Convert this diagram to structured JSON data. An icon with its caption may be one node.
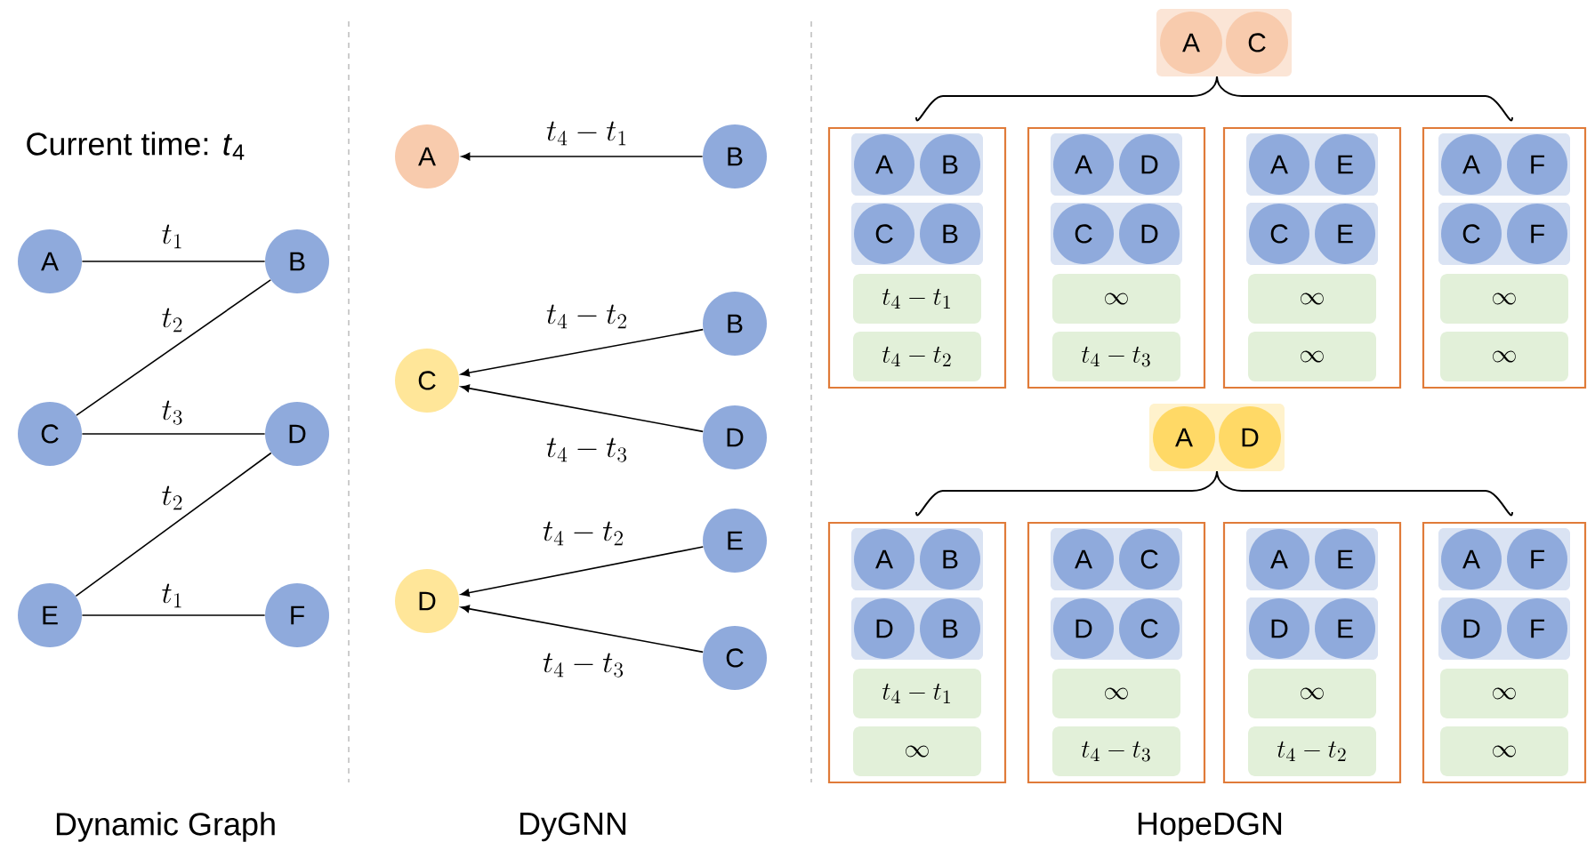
{
  "diagram": {
    "nodes": [
      {
        "text": [
          "A"
        ]
      },
      {
        "text": [
          "B"
        ]
      },
      {
        "text": [
          "C"
        ]
      },
      {
        "text": [
          "D"
        ]
      },
      {
        "text": [
          "E"
        ]
      },
      {
        "text": [
          "F"
        ]
      },
      {
        "text": [
          "A"
        ]
      },
      {
        "text": [
          "B"
        ]
      },
      {
        "text": [
          "C"
        ]
      },
      {
        "text": [
          "B"
        ]
      },
      {
        "text": [
          "D"
        ]
      },
      {
        "text": [
          "D"
        ]
      },
      {
        "text": [
          "E"
        ]
      },
      {
        "text": [
          "C"
        ]
      },
      {
        "text": [],
        "shape": "box"
      },
      {
        "text": [
          "A"
        ],
        "in": 14
      },
      {
        "text": [
          "C"
        ],
        "in": 14
      },
      {
        "text": [],
        "shape": "box"
      },
      {
        "text": [],
        "shape": "box",
        "in": 17
      },
      {
        "text": [
          "A"
        ],
        "in": 18
      },
      {
        "text": [
          "B"
        ],
        "in": 18
      },
      {
        "text": [],
        "shape": "box",
        "in": 17
      },
      {
        "text": [
          "C"
        ],
        "in": 21
      },
      {
        "text": [
          "B"
        ],
        "in": 21
      },
      {
        "text": [
          "t_4 - t_1"
        ],
        "in": 17
      },
      {
        "text": [
          "t_4 - t_2"
        ],
        "in": 17
      },
      {
        "text": [],
        "shape": "box"
      },
      {
        "text": [],
        "shape": "box",
        "in": 26
      },
      {
        "text": [
          "A"
        ],
        "in": 27
      },
      {
        "text": [
          "D"
        ],
        "in": 27
      },
      {
        "text": [],
        "shape": "box",
        "in": 26
      },
      {
        "text": [
          "C"
        ],
        "in": 30
      },
      {
        "text": [
          "D"
        ],
        "in": 30
      },
      {
        "text": [
          "\\infty"
        ],
        "in": 26
      },
      {
        "text": [
          "t_4 - t_3"
        ],
        "in": 26
      },
      {
        "text": [],
        "shape": "box"
      },
      {
        "text": [],
        "shape": "box",
        "in": 35
      },
      {
        "text": [
          "A"
        ],
        "in": 36
      },
      {
        "text": [
          "E"
        ],
        "in": 36
      },
      {
        "text": [],
        "shape": "box",
        "in": 35
      },
      {
        "text": [
          "C"
        ],
        "in": 39
      },
      {
        "text": [
          "E"
        ],
        "in": 39
      },
      {
        "text": [
          "\\infty"
        ],
        "in": 35
      },
      {
        "text": [
          "\\infty"
        ],
        "in": 35
      },
      {
        "text": [],
        "shape": "box"
      },
      {
        "text": [],
        "shape": "box",
        "in": 44
      },
      {
        "text": [
          "A"
        ],
        "in": 45
      },
      {
        "text": [
          "F"
        ],
        "in": 45
      },
      {
        "text": [],
        "shape": "box",
        "in": 44
      },
      {
        "text": [
          "C"
        ],
        "in": 48
      },
      {
        "text": [
          "F"
        ],
        "in": 48
      },
      {
        "text": [
          "\\infty"
        ],
        "in": 44
      },
      {
        "text": [
          "\\infty"
        ],
        "in": 44
      },
      {
        "text": [],
        "shape": "box"
      },
      {
        "text": [
          "A"
        ],
        "in": 53
      },
      {
        "text": [
          "D"
        ],
        "in": 53
      },
      {
        "text": [],
        "shape": "box"
      },
      {
        "text": [],
        "shape": "box",
        "in": 56
      },
      {
        "text": [
          "A"
        ],
        "in": 57
      },
      {
        "text": [
          "B"
        ],
        "in": 57
      },
      {
        "text": [],
        "shape": "box",
        "in": 56
      },
      {
        "text": [
          "D"
        ],
        "in": 60
      },
      {
        "text": [
          "B"
        ],
        "in": 60
      },
      {
        "text": [
          "t_4 - t_1"
        ],
        "in": 56
      },
      {
        "text": [
          "\\infty"
        ],
        "in": 56
      },
      {
        "text": [],
        "shape": "box"
      },
      {
        "text": [],
        "shape": "box",
        "in": 65
      },
      {
        "text": [
          "A"
        ],
        "in": 66
      },
      {
        "text": [
          "C"
        ],
        "in": 66
      },
      {
        "text": [],
        "shape": "box",
        "in": 65
      },
      {
        "text": [
          "D"
        ],
        "in": 69
      },
      {
        "text": [
          "C"
        ],
        "in": 69
      },
      {
        "text": [
          "\\infty"
        ],
        "in": 65
      },
      {
        "text": [
          "t_4 - t_3"
        ],
        "in": 65
      },
      {
        "text": [],
        "shape": "box"
      },
      {
        "text": [],
        "shape": "box",
        "in": 74
      },
      {
        "text": [
          "A"
        ],
        "in": 75
      },
      {
        "text": [
          "E"
        ],
        "in": 75
      },
      {
        "text": [],
        "shape": "box",
        "in": 74
      },
      {
        "text": [
          "D"
        ],
        "in": 78
      },
      {
        "text": [
          "E"
        ],
        "in": 78
      },
      {
        "text": [
          "\\infty"
        ],
        "in": 74
      },
      {
        "text": [
          "t_4 - t_2"
        ],
        "in": 74
      },
      {
        "text": [],
        "shape": "box"
      },
      {
        "text": [],
        "shape": "box",
        "in": 83
      },
      {
        "text": [
          "A"
        ],
        "in": 84
      },
      {
        "text": [
          "F"
        ],
        "in": 84
      },
      {
        "text": [],
        "shape": "box",
        "in": 83
      },
      {
        "text": [
          "D"
        ],
        "in": 87
      },
      {
        "text": [
          "F"
        ],
        "in": 87
      },
      {
        "text": [
          "\\infty"
        ],
        "in": 83
      },
      {
        "text": [
          "\\infty"
        ],
        "in": 83
      }
    ],
    "edges": [
      {
        "from": 0,
        "to": 1,
        "arrow": "none",
        "label": "t_1"
      },
      {
        "from": 2,
        "to": 1,
        "arrow": "none",
        "label": "t_2"
      },
      {
        "from": 2,
        "to": 3,
        "arrow": "none",
        "label": "t_3"
      },
      {
        "from": 4,
        "to": 3,
        "arrow": "none",
        "label": "t_2"
      },
      {
        "from": 4,
        "to": 5,
        "arrow": "none",
        "label": "t_1"
      },
      {
        "from": 7,
        "to": 6,
        "arrow": "to",
        "label": "t_4 - t_1"
      },
      {
        "from": 9,
        "to": 8,
        "arrow": "to",
        "label": "t_4 - t_2"
      },
      {
        "from": 10,
        "to": 8,
        "arrow": "to",
        "label": "t_4 - t_3"
      },
      {
        "from": 12,
        "to": 11,
        "arrow": "to",
        "label": "t_4 - t_2"
      },
      {
        "from": 13,
        "to": 11,
        "arrow": "to",
        "label": "t_4 - t_3"
      }
    ],
    "labels": [
      "Current time: *t*$_{4}$",
      "Dynamic Graph",
      "DyGNN",
      "HopeDGN"
    ]
  }
}
